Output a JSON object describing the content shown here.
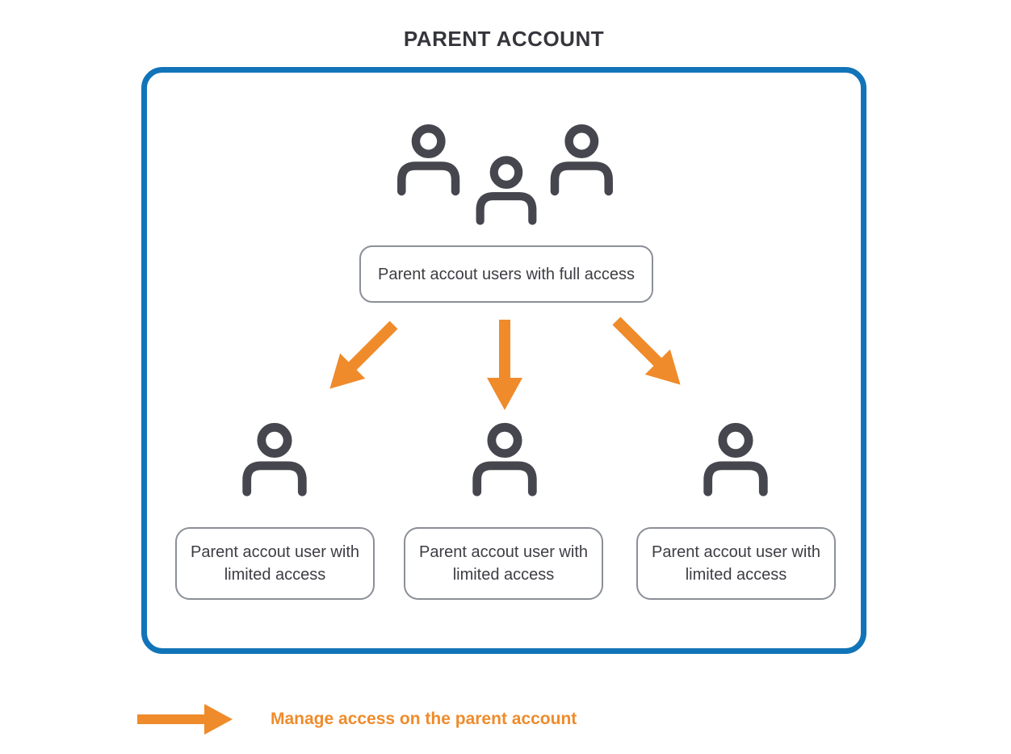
{
  "title": "PARENT ACCOUNT",
  "colors": {
    "box_border_blue": "#1274b8",
    "arrow_orange": "#ef8b2b",
    "icon_gray": "#46464e",
    "title_text": "#35353c",
    "label_text": "#3d3d44",
    "pill_border_gray": "#8b8f97"
  },
  "diagram": {
    "full_access_group": {
      "icon": "group-of-three-users-icon",
      "label": "Parent accout users with full access"
    },
    "limited_nodes": [
      {
        "icon": "user-icon",
        "label": "Parent accout user with limited access"
      },
      {
        "icon": "user-icon",
        "label": "Parent accout user with limited access"
      },
      {
        "icon": "user-icon",
        "label": "Parent accout user with limited access"
      }
    ],
    "arrows": [
      {
        "direction": "down-left"
      },
      {
        "direction": "down"
      },
      {
        "direction": "down-right"
      }
    ]
  },
  "legend": {
    "icon": "right-arrow-icon",
    "label": "Manage access on the parent account"
  }
}
